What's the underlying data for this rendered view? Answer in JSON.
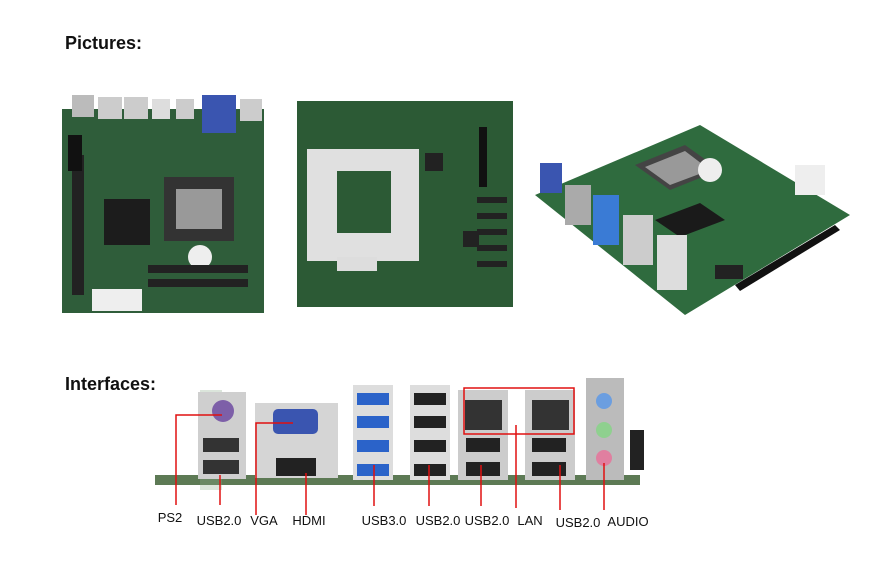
{
  "sections": {
    "pictures": "Pictures:",
    "interfaces": "Interfaces:"
  },
  "images": [
    {
      "name": "board-top-view"
    },
    {
      "name": "board-bottom-view"
    },
    {
      "name": "board-angled-view"
    },
    {
      "name": "io-panel-view"
    }
  ],
  "interfaces": [
    "PS2",
    "USB2.0",
    "VGA",
    "HDMI",
    "USB3.0",
    "USB2.0",
    "USB2.0",
    "LAN",
    "USB2.0",
    "AUDIO"
  ],
  "colors": {
    "pcb": "#2f5d3a",
    "annotation": "#e01010",
    "usb3": "#2b63c9"
  }
}
